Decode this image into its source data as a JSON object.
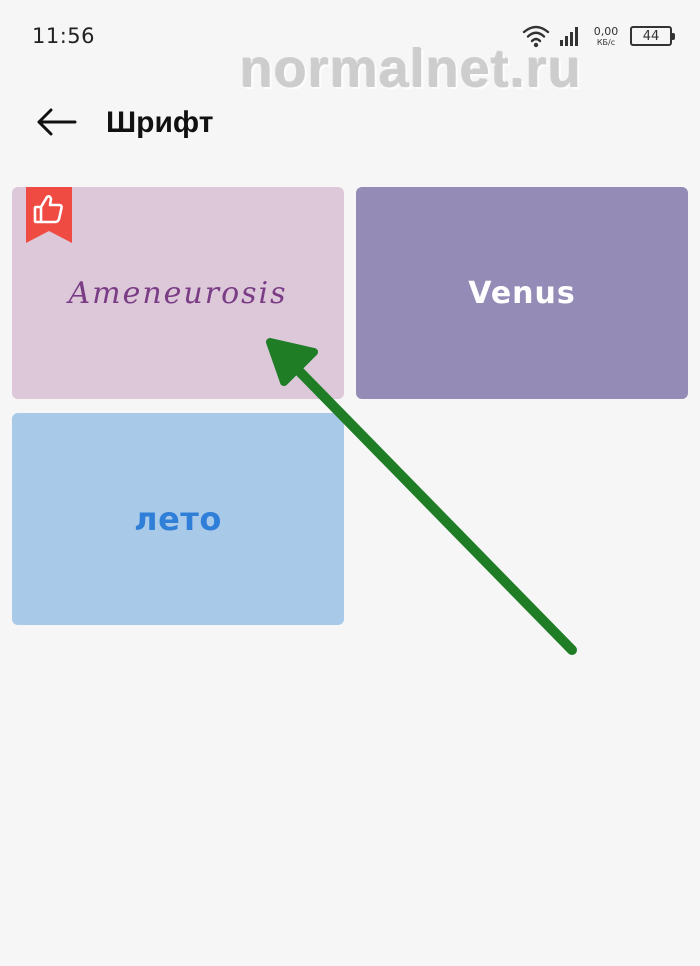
{
  "status_bar": {
    "time": "11:56",
    "net_speed_value": "0,00",
    "net_speed_unit": "КБ/с",
    "battery": "44"
  },
  "watermark": "normalnet.ru",
  "header": {
    "title": "Шрифт"
  },
  "fonts": [
    {
      "label": "Ameneurosis",
      "background": "#dcc8d8",
      "text_color": "#7b3c86",
      "recommended": true
    },
    {
      "label": "Venus",
      "background": "#948cb7",
      "text_color": "#ffffff",
      "recommended": false
    },
    {
      "label": "лето",
      "background": "#a9c9e9",
      "text_color": "#2f7ed8",
      "recommended": false
    }
  ],
  "colors": {
    "badge": "#ef4b43",
    "arrow": "#1e7d25",
    "background": "#f6f6f6"
  },
  "icons": {
    "back": "arrow-left-icon",
    "badge": "thumbs-up-icon",
    "wifi": "wifi-icon",
    "signal": "signal-icon"
  }
}
